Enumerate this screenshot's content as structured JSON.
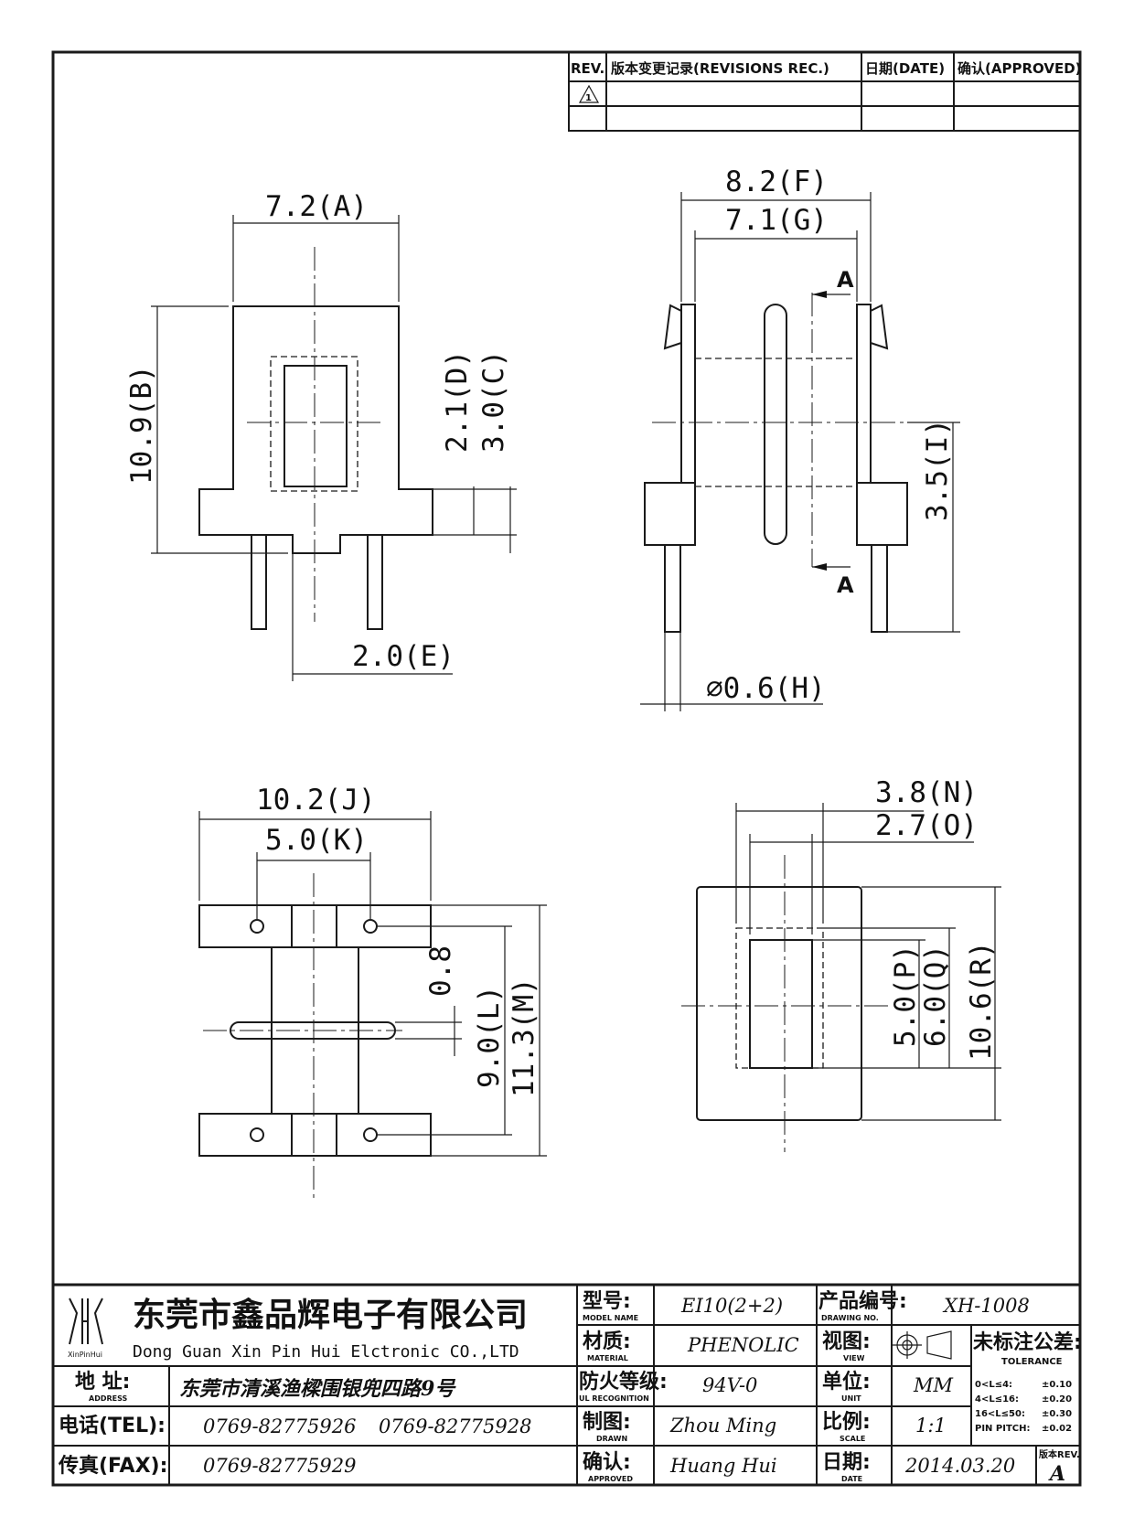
{
  "revision_table": {
    "rev": "REV.",
    "record": "版本变更记录(REVISIONS REC.)",
    "date": "日期(DATE)",
    "approved": "确认(APPROVED)",
    "rev_mark": "1"
  },
  "dimensions": {
    "A": "7.2(A)",
    "B": "10.9(B)",
    "C": "3.0(C)",
    "D": "2.1(D)",
    "E": "2.0(E)",
    "F": "8.2(F)",
    "G": "7.1(G)",
    "H": "⌀0.6(H)",
    "I": "3.5(I)",
    "J": "10.2(J)",
    "K": "5.0(K)",
    "L": "9.0(L)",
    "M": "11.3(M)",
    "gap": "0.8",
    "N": "3.8(N)",
    "O": "2.7(O)",
    "P": "5.0(P)",
    "Q": "6.0(Q)",
    "R": "10.6(R)",
    "section": "A"
  },
  "title_block": {
    "company_cn": "东莞市鑫品辉电子有限公司",
    "company_en": "Dong Guan Xin Pin Hui Elctronic CO.,LTD",
    "logo_text": "XinPinHui",
    "address_label": "地 址:",
    "address_sub": "ADDRESS",
    "address": "东莞市清溪渔樑围银兜四路9号",
    "tel_label": "电话(TEL):",
    "tel1": "0769-82775926",
    "tel2": "0769-82775928",
    "fax_label": "传真(FAX):",
    "fax": "0769-82775929",
    "model_label": "型号:",
    "model_sub": "MODEL NAME",
    "model": "EI10(2+2)",
    "material_label": "材质:",
    "material_sub": "MATERIAL",
    "material": "PHENOLIC",
    "ul_label": "防火等级:",
    "ul_sub": "UL RECOGNITION",
    "ul": "94V-0",
    "drawn_label": "制图:",
    "drawn_sub": "DRAWN",
    "drawn": "Zhou Ming",
    "approved_label": "确认:",
    "approved_sub": "APPROVED",
    "approved": "Huang Hui",
    "drawing_no_label": "产品编号:",
    "drawing_no_sub": "DRAWING NO.",
    "drawing_no": "XH-1008",
    "view_label": "视图:",
    "view_sub": "VIEW",
    "unit_label": "单位:",
    "unit_sub": "UNIT",
    "unit": "MM",
    "scale_label": "比例:",
    "scale_sub": "SCALE",
    "scale": "1:1",
    "date_label": "日期:",
    "date_sub": "DATE",
    "date": "2014.03.20",
    "tolerance_label": "未标注公差:",
    "tolerance_sub": "TOLERANCE",
    "tolerance": [
      {
        "range": "0<L≤4:",
        "value": "±0.10"
      },
      {
        "range": "4<L≤16:",
        "value": "±0.20"
      },
      {
        "range": "16<L≤50:",
        "value": "±0.30"
      },
      {
        "range": "PIN PITCH:",
        "value": "±0.02"
      }
    ],
    "rev_label": "版本REV.",
    "rev": "A"
  }
}
